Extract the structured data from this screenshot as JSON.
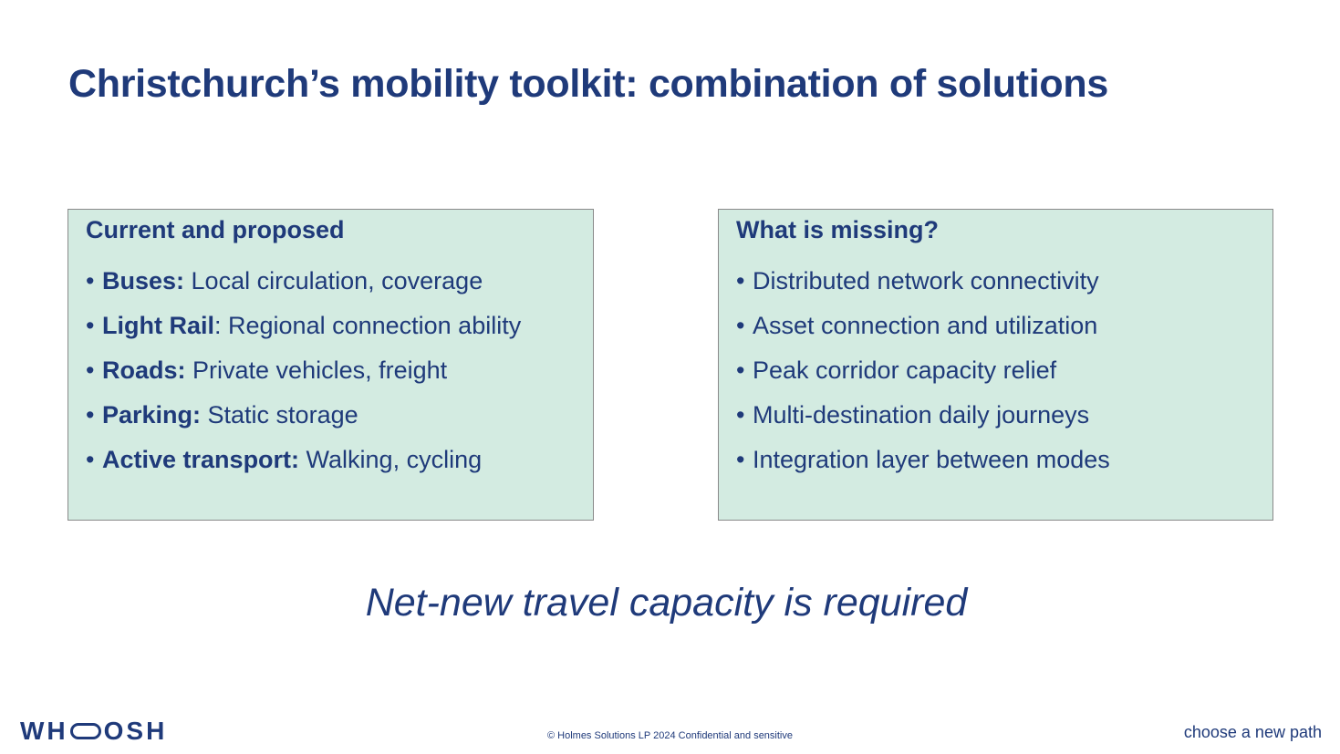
{
  "slide": {
    "title": "Christchurch’s mobility toolkit: combination of solutions",
    "left_panel": {
      "heading": "Current and proposed",
      "items": [
        {
          "bold": "Buses:",
          "rest": " Local circulation, coverage"
        },
        {
          "bold": "Light Rail",
          "rest": ": Regional connection ability"
        },
        {
          "bold": "Roads:",
          "rest": " Private vehicles, freight"
        },
        {
          "bold": "Parking:",
          "rest": " Static storage"
        },
        {
          "bold": "Active transport:",
          "rest": " Walking, cycling"
        }
      ]
    },
    "right_panel": {
      "heading": "What is missing?",
      "items": [
        "Distributed network connectivity",
        "Asset connection and utilization",
        "Peak corridor capacity relief",
        "Multi-destination daily journeys",
        "Integration layer between modes"
      ]
    },
    "tagline": "Net-new travel capacity is required"
  },
  "footer": {
    "logo_prefix": "WH",
    "logo_suffix": "OSH",
    "logo_icon": "stadium-shaped-o-icon",
    "copyright": "© Holmes Solutions LP 2024 Confidential and sensitive",
    "slogan": "choose a new path"
  },
  "colors": {
    "primary_text": "#1f3a7a",
    "panel_background": "#d3ebe1",
    "panel_border": "#8a8a8a"
  }
}
